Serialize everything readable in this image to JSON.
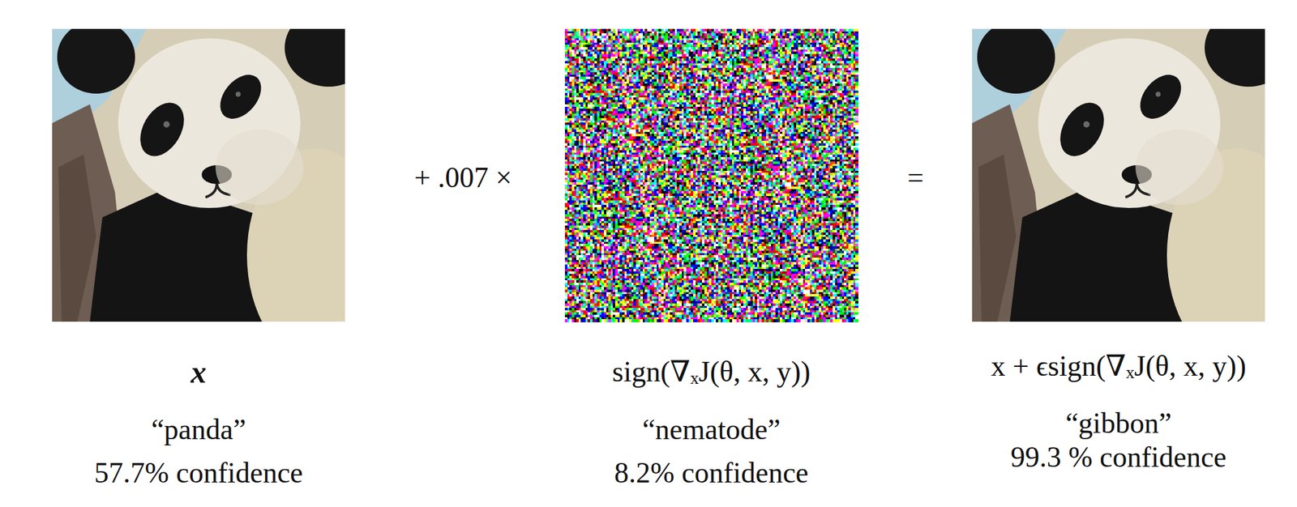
{
  "diagram": {
    "labels": [
      "+ .007 ×",
      "=",
      "x",
      "“panda”",
      "57.7% confidence",
      "sign(∇ₓJ(θ, x, y))",
      "“nematode”",
      "8.2% confidence",
      "x + ϵsign(∇ₓJ(θ, x, y))",
      "“gibbon”",
      "99.3 % confidence"
    ]
  }
}
